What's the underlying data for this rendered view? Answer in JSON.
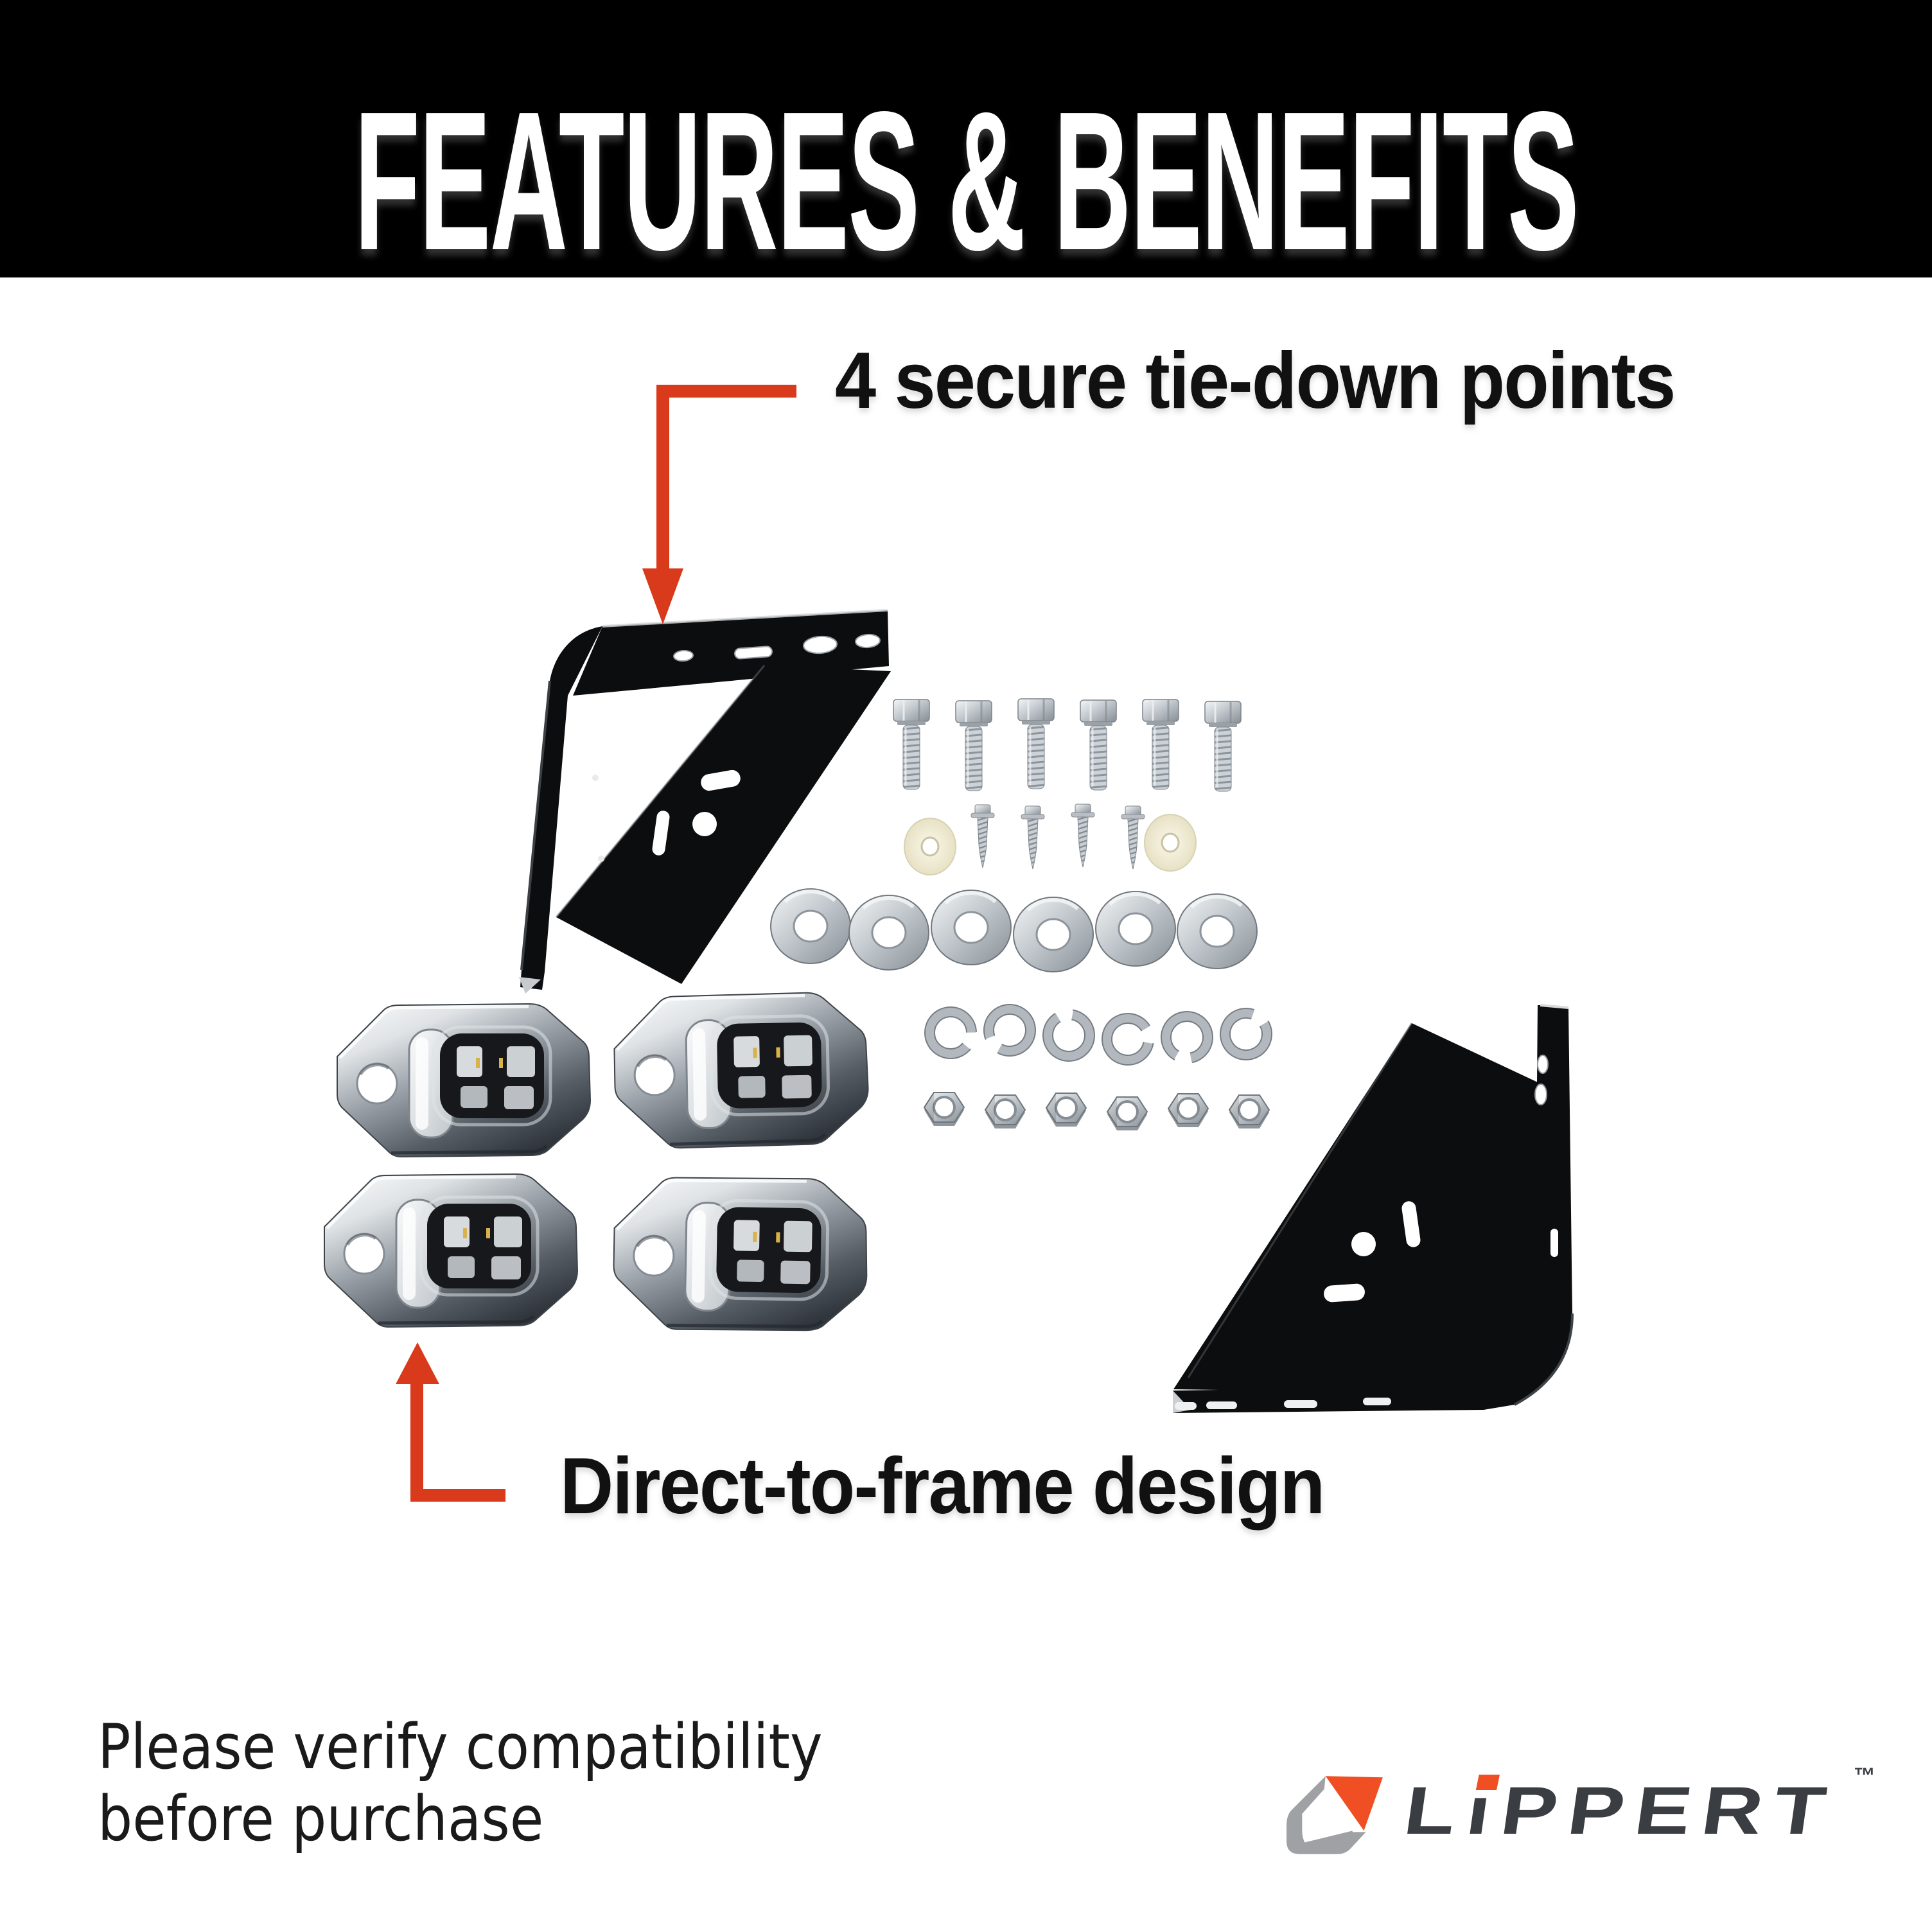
{
  "header": {
    "title": "FEATURES & BENEFITS"
  },
  "callouts": [
    {
      "id": "tie-down-points",
      "label": "4 secure tie-down points",
      "arrow_direction": "down"
    },
    {
      "id": "direct-to-frame",
      "label": "Direct-to-frame design",
      "arrow_direction": "up"
    }
  ],
  "disclaimer": {
    "line1": "Please verify compatibility",
    "line2": "before purchase"
  },
  "brand": {
    "name": "LiPPERT",
    "name_parts": {
      "l": "L",
      "i_stem": "ı",
      "rest": "PPERT"
    },
    "trademark": "™"
  },
  "kit_contents": [
    {
      "part": "mounting-bracket",
      "quantity": 2
    },
    {
      "part": "tie-down-plate",
      "quantity": 4
    },
    {
      "part": "hex-bolt",
      "quantity": 6
    },
    {
      "part": "self-drilling-screw",
      "quantity": 4
    },
    {
      "part": "nylon-washer",
      "quantity": 2
    },
    {
      "part": "flat-washer",
      "quantity": 6
    },
    {
      "part": "lock-washer",
      "quantity": 6
    },
    {
      "part": "hex-nut",
      "quantity": 6
    }
  ],
  "colors": {
    "bg": "#FFFFFF",
    "header-bg": "#000000",
    "header-text": "#FFFFFF",
    "arrow": "#D93A1B",
    "brand-orange": "#F04E23",
    "brand-gray": "#9FA1A4",
    "brand-dark": "#3A3D41"
  }
}
